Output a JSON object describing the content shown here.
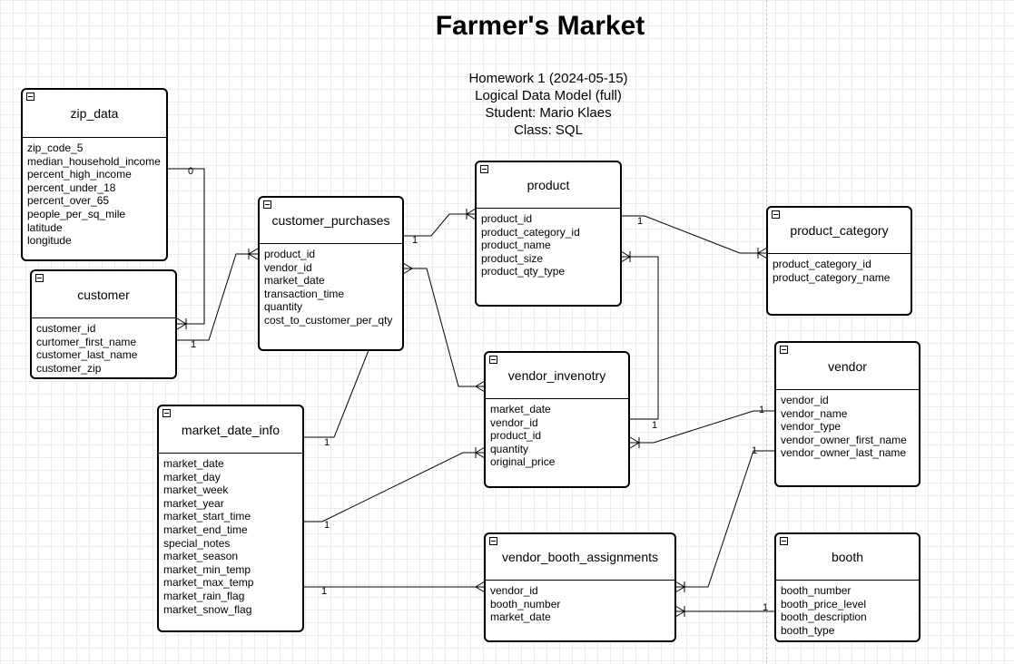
{
  "title": "Farmer's Market",
  "subtitle": [
    "Homework 1 (2024-05-15)",
    "Logical Data Model (full)",
    "Student: Mario Klaes",
    "Class: SQL"
  ],
  "entities": {
    "zip_data": {
      "name": "zip_data",
      "attributes": [
        "zip_code_5",
        "median_household_income",
        "percent_high_income",
        "percent_under_18",
        "percent_over_65",
        "people_per_sq_mile",
        "latitude",
        "longitude"
      ]
    },
    "customer": {
      "name": "customer",
      "attributes": [
        "customer_id",
        "curtomer_first_name",
        "customer_last_name",
        "customer_zip"
      ]
    },
    "customer_purchases": {
      "name": "customer_purchases",
      "attributes": [
        "product_id",
        "vendor_id",
        "market_date",
        "transaction_time",
        "quantity",
        "cost_to_customer_per_qty"
      ]
    },
    "product": {
      "name": "product",
      "attributes": [
        "product_id",
        "product_category_id",
        "product_name",
        "product_size",
        "product_qty_type"
      ]
    },
    "product_category": {
      "name": "product_category",
      "attributes": [
        "product_category_id",
        "product_category_name"
      ]
    },
    "vendor_inventory": {
      "name": "vendor_invenotry",
      "attributes": [
        "market_date",
        "vendor_id",
        "product_id",
        "quantity",
        "original_price"
      ]
    },
    "vendor": {
      "name": "vendor",
      "attributes": [
        "vendor_id",
        "vendor_name",
        "vendor_type",
        "vendor_owner_first_name",
        "vendor_owner_last_name"
      ]
    },
    "market_date_info": {
      "name": "market_date_info",
      "attributes": [
        "market_date",
        "market_day",
        "market_week",
        "market_year",
        "market_start_time",
        "market_end_time",
        "special_notes",
        "market_season",
        "market_min_temp",
        "market_max_temp",
        "market_rain_flag",
        "market_snow_flag"
      ]
    },
    "vendor_booth_assignments": {
      "name": "vendor_booth_assignments",
      "attributes": [
        "vendor_id",
        "booth_number",
        "market_date"
      ]
    },
    "booth": {
      "name": "booth",
      "attributes": [
        "booth_number",
        "booth_price_level",
        "booth_description",
        "booth_type"
      ]
    }
  },
  "relationships": [
    {
      "from": "zip_data",
      "to": "customer",
      "from_label": "0",
      "to_label": ""
    },
    {
      "from": "customer",
      "to": "customer_purchases",
      "from_label": "1",
      "to_label": ""
    },
    {
      "from": "customer_purchases",
      "to": "product",
      "from_label": "1",
      "to_label": ""
    },
    {
      "from": "product",
      "to": "product_category",
      "from_label": "1",
      "to_label": ""
    },
    {
      "from": "customer_purchases",
      "to": "vendor_inventory",
      "from_label": "",
      "to_label": ""
    },
    {
      "from": "product",
      "to": "vendor_inventory",
      "from_label": "",
      "to_label": "1"
    },
    {
      "from": "vendor",
      "to": "vendor_inventory",
      "from_label": "1",
      "to_label": ""
    },
    {
      "from": "market_date_info",
      "to": "customer_purchases",
      "from_label": "1",
      "to_label": ""
    },
    {
      "from": "market_date_info",
      "to": "vendor_inventory",
      "from_label": "1",
      "to_label": ""
    },
    {
      "from": "market_date_info",
      "to": "vendor_booth_assignments",
      "from_label": "1",
      "to_label": ""
    },
    {
      "from": "vendor",
      "to": "vendor_booth_assignments",
      "from_label": "1",
      "to_label": ""
    },
    {
      "from": "booth",
      "to": "vendor_booth_assignments",
      "from_label": "1",
      "to_label": ""
    }
  ]
}
